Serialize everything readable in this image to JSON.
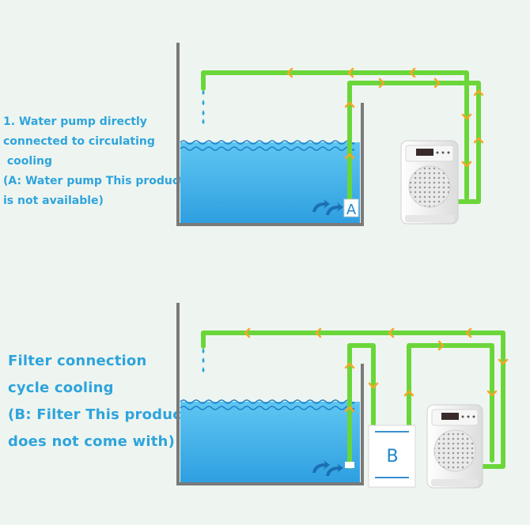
{
  "panel1": {
    "caption_lines": [
      "1. Water pump directly",
      "connected to circulating",
      " cooling",
      "(A: Water pump This product",
      "is not available)"
    ],
    "device_label": "A"
  },
  "panel2": {
    "caption_lines": [
      "Filter connection",
      "cycle cooling",
      "(B: Filter This product",
      "does not come with)"
    ],
    "device_label": "B"
  },
  "colors": {
    "pipe": "#6bd63a",
    "arrow": "#f5a623",
    "water": "#3fb2ea",
    "caption": "#2fa4dc"
  }
}
